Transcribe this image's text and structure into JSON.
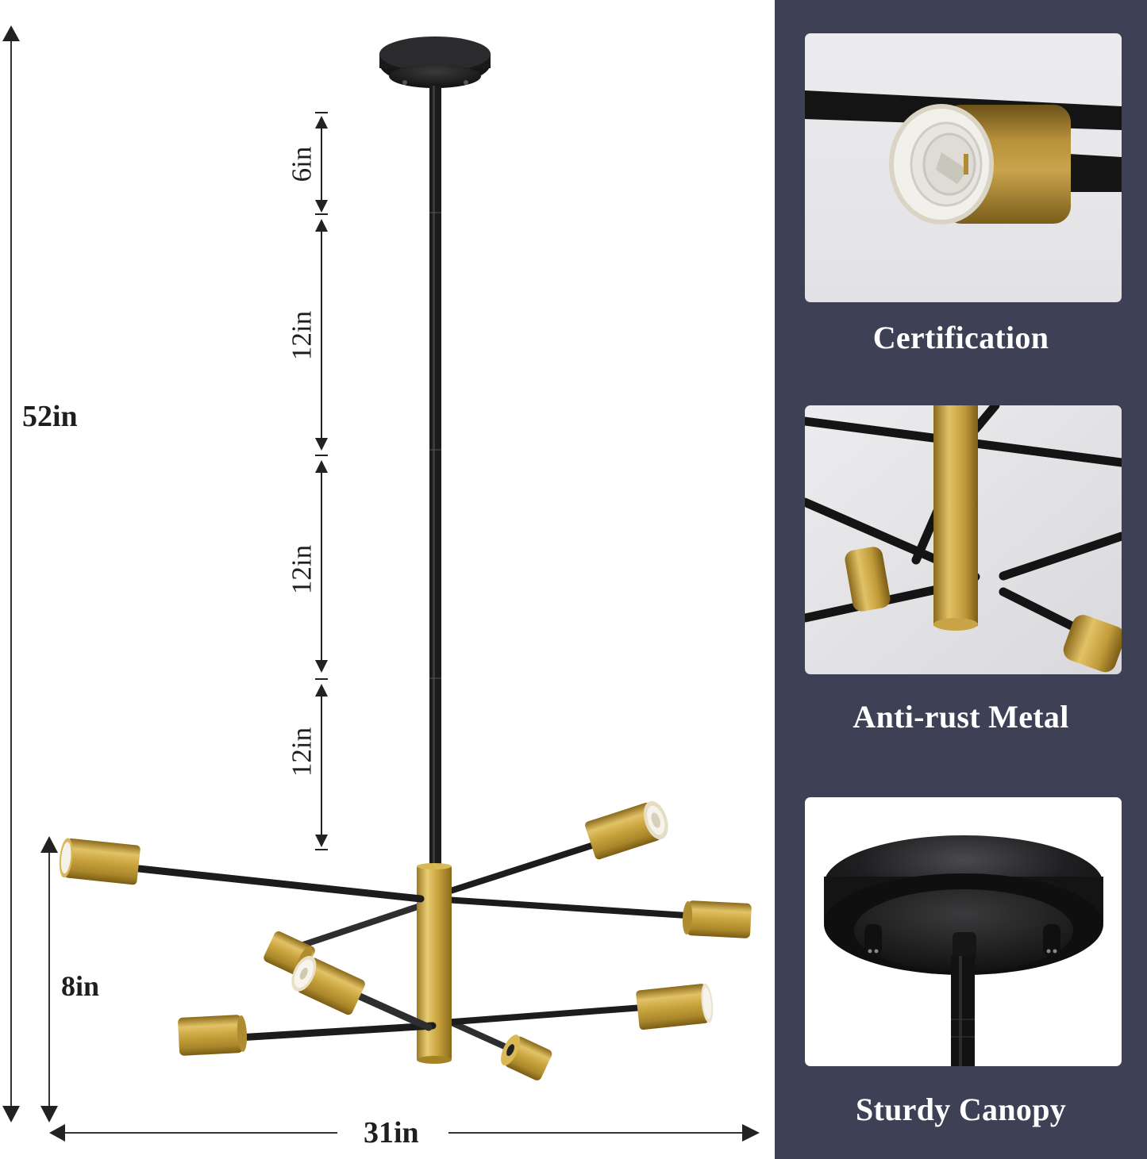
{
  "dimensions": {
    "overall_height": "52in",
    "rod_segments": [
      "6in",
      "12in",
      "12in",
      "12in"
    ],
    "body_height": "8in",
    "width": "31in"
  },
  "features": [
    {
      "caption": "Certification",
      "image": "brass-lamp-socket-closeup"
    },
    {
      "caption": "Anti-rust Metal",
      "image": "brass-center-column-with-black-arms"
    },
    {
      "caption": "Sturdy Canopy",
      "image": "black-ceiling-canopy"
    }
  ],
  "colors": {
    "panel_background": "#3e4055",
    "brass": "#c9a43e",
    "black_metal": "#1c1c1e",
    "dimension_line": "#222222",
    "caption_text": "#ffffff"
  },
  "product": {
    "lights_count": 8,
    "finish": "black and brass"
  }
}
